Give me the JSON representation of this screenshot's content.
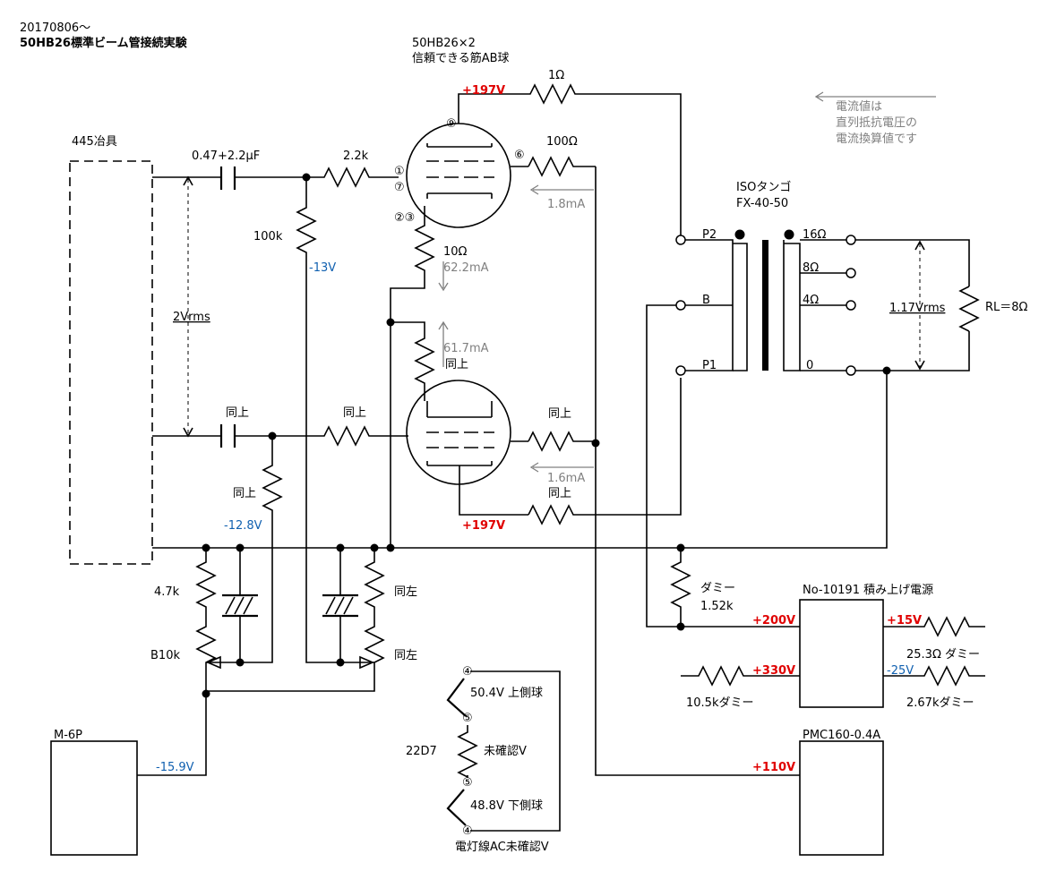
{
  "header": {
    "date": "20170806～",
    "title": "50HB26標準ビーム管接続実験"
  },
  "tube": {
    "name": "50HB26×2",
    "subtitle": "信頼できる筋AB球",
    "pin_plate": "⑨",
    "pin_grid": "①",
    "pin_grid2": "⑦",
    "pin_screen": "⑥",
    "pin_cathode": "②③",
    "heater_pin_top": "④",
    "heater_pin_5a": "⑤",
    "heater_pin_5b": "⑤",
    "heater_pin_bottom": "④"
  },
  "jig": {
    "label": "445冶具"
  },
  "components": {
    "coupling_cap": "0.47+2.2μF",
    "grid_res": "2.2k",
    "bias_res": "100k",
    "cathode_res": "10Ω",
    "plate_res": "1Ω",
    "screen_res": "100Ω",
    "same_above": "同上",
    "same_left": "同左",
    "r_4k7": "4.7k",
    "vr_b10k": "B10k",
    "dummy": "ダミー",
    "dummy_val": "1.52k",
    "dummy_253": "25.3Ω ダミー",
    "dummy_267": "2.67kダミー",
    "dummy_105": "10.5kダミー",
    "rl": "RL＝8Ω",
    "heater_res": "22D7"
  },
  "voltages": {
    "plate_top": "+197V",
    "plate_bottom": "+197V",
    "grid_top": "-13V",
    "grid_bottom": "-12.8V",
    "m6p": "-15.9V",
    "supply_200": "+200V",
    "supply_330": "+330V",
    "supply_15": "+15V",
    "supply_n25": "-25V",
    "supply_110": "+110V",
    "input": "2Vrms",
    "output": "1.17Vrms",
    "heater_upper": "50.4V 上側球",
    "heater_unknown": "未確認V",
    "heater_lower": "48.8V 下側球",
    "heater_supply": "電灯線AC未確認V"
  },
  "currents": {
    "screen_top": "1.8mA",
    "cathode_top": "62.2mA",
    "cathode_bottom": "61.7mA",
    "screen_bottom": "1.6mA"
  },
  "transformer": {
    "name": "ISOタンゴ",
    "model": "FX-40-50",
    "p2": "P2",
    "b": "B",
    "p1": "P1",
    "tap16": "16Ω",
    "tap8": "8Ω",
    "tap4": "4Ω",
    "tap0": "0"
  },
  "note": {
    "line1": "電流値は",
    "line2": "直列抵抗電圧の",
    "line3": "電流換算値です"
  },
  "boxes": {
    "m6p": "M-6P",
    "stacked_supply": "No-10191 積み上げ電源",
    "pmc": "PMC160-0.4A"
  }
}
